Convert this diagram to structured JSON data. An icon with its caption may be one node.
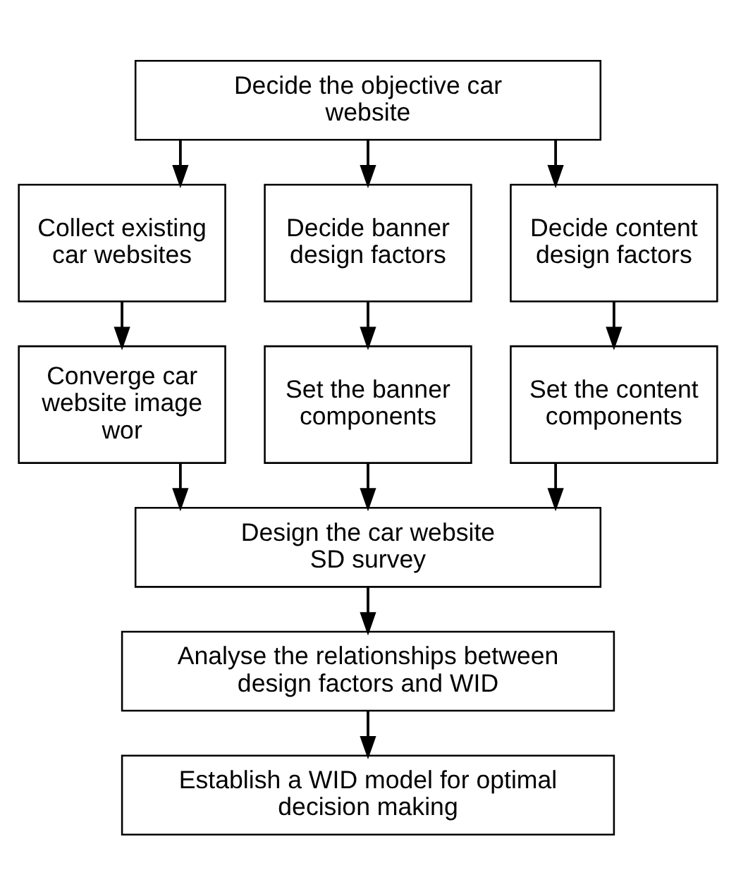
{
  "diagram": {
    "nodes": [
      {
        "text": [
          "Decide the objective car website"
        ]
      },
      {
        "text": [
          "Collect existing car websites"
        ]
      },
      {
        "text": [
          "Decide banner design factors"
        ]
      },
      {
        "text": [
          "Decide content design factors"
        ]
      },
      {
        "text": [
          "Converge car website image wor"
        ]
      },
      {
        "text": [
          "Set the banner components"
        ]
      },
      {
        "text": [
          "Set the content components"
        ]
      },
      {
        "text": [
          "Design the car website SD survey"
        ]
      },
      {
        "text": [
          "Analyse the relationships between design factors and WID"
        ]
      },
      {
        "text": [
          "Establish a WID model for optimal decision making"
        ]
      }
    ],
    "edges": [
      {
        "from": 0,
        "to": 1,
        "arrow": "to"
      },
      {
        "from": 0,
        "to": 2,
        "arrow": "to"
      },
      {
        "from": 0,
        "to": 3,
        "arrow": "to"
      },
      {
        "from": 1,
        "to": 4,
        "arrow": "to"
      },
      {
        "from": 2,
        "to": 5,
        "arrow": "to"
      },
      {
        "from": 3,
        "to": 6,
        "arrow": "to"
      },
      {
        "from": 4,
        "to": 7,
        "arrow": "to"
      },
      {
        "from": 5,
        "to": 7,
        "arrow": "to"
      },
      {
        "from": 6,
        "to": 7,
        "arrow": "to"
      },
      {
        "from": 7,
        "to": 8,
        "arrow": "to"
      },
      {
        "from": 8,
        "to": 9,
        "arrow": "to"
      }
    ]
  }
}
